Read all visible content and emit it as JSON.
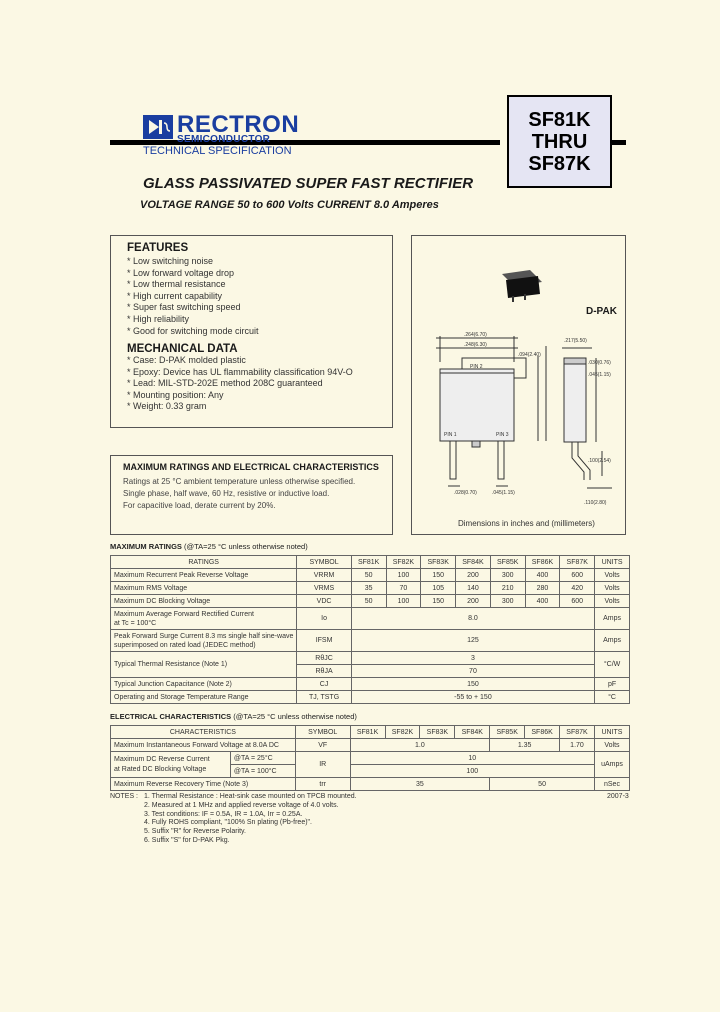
{
  "header": {
    "brand": "RECTRON",
    "brand_sub": "SEMICONDUCTOR",
    "tech_spec": "TECHNICAL SPECIFICATION",
    "part_lines": [
      "SF81K",
      "THRU",
      "SF87K"
    ]
  },
  "title": "GLASS PASSIVATED SUPER FAST RECTIFIER",
  "subtitle": "VOLTAGE RANGE 50 to 600 Volts  CURRENT 8.0 Amperes",
  "features": {
    "heading": "FEATURES",
    "items": [
      "* Low switching noise",
      "* Low forward voltage drop",
      "* Low thermal resistance",
      "* High current capability",
      "* Super fast switching speed",
      "* High reliability",
      "* Good for switching mode circuit"
    ]
  },
  "mechanical": {
    "heading": "MECHANICAL DATA",
    "items": [
      "* Case: D-PAK molded plastic",
      "* Epoxy: Device has UL flammability classification 94V-O",
      "* Lead: MIL-STD-202E method 208C guaranteed",
      "* Mounting position: Any",
      "* Weight: 0.33 gram"
    ]
  },
  "package": {
    "label": "D-PAK",
    "dims_note": "Dimensions in inches and (millimeters)",
    "pin_labels": [
      "PIN 2",
      "PIN 1",
      "PIN 3"
    ]
  },
  "ratings_box": {
    "heading": "MAXIMUM RATINGS AND ELECTRICAL CHARACTERISTICS",
    "lines": [
      "Ratings at 25 °C ambient temperature unless otherwise specified.",
      "Single phase, half wave, 60 Hz, resistive or inductive load.",
      "For capacitive load, derate current by 20%."
    ]
  },
  "max_ratings": {
    "caption_bold": "MAXIMUM RATINGS",
    "caption_rest": " (@TA=25 °C unless otherwise noted)",
    "headers": [
      "RATINGS",
      "SYMBOL",
      "SF81K",
      "SF82K",
      "SF83K",
      "SF84K",
      "SF85K",
      "SF86K",
      "SF87K",
      "UNITS"
    ],
    "rows_full": [
      {
        "label": "Maximum Recurrent Peak Reverse Voltage",
        "symbol": "VRRM",
        "values": [
          "50",
          "100",
          "150",
          "200",
          "300",
          "400",
          "600"
        ],
        "unit": "Volts"
      },
      {
        "label": "Maximum RMS Voltage",
        "symbol": "VRMS",
        "values": [
          "35",
          "70",
          "105",
          "140",
          "210",
          "280",
          "420"
        ],
        "unit": "Volts"
      },
      {
        "label": "Maximum DC Blocking Voltage",
        "symbol": "VDC",
        "values": [
          "50",
          "100",
          "150",
          "200",
          "300",
          "400",
          "600"
        ],
        "unit": "Volts"
      }
    ],
    "avg_current": {
      "label1": "Maximum Average Forward Rectified Current",
      "label2": "at Tc = 100°C",
      "symbol": "Io",
      "value": "8.0",
      "unit": "Amps"
    },
    "surge": {
      "label1": "Peak Forward Surge Current 8.3 ms single half sine-wave",
      "label2": "superimposed on rated load (JEDEC method)",
      "symbol": "IFSM",
      "value": "125",
      "unit": "Amps"
    },
    "thermal": {
      "label": "Typical Thermal Resistance (Note 1)",
      "sym1": "RθJC",
      "val1": "3",
      "sym2": "RθJA",
      "val2": "70",
      "unit": "°C/W"
    },
    "capacitance": {
      "label": "Typical Junction Capacitance (Note 2)",
      "symbol": "CJ",
      "value": "150",
      "unit": "pF"
    },
    "temperature": {
      "label": "Operating and Storage Temperature Range",
      "symbol": "TJ, TSTG",
      "value": "-55 to + 150",
      "unit": "°C"
    }
  },
  "elec_chars": {
    "caption_bold": "ELECTRICAL CHARACTERISTICS",
    "caption_rest": " (@TA=25 °C unless otherwise noted)",
    "headers": [
      "CHARACTERISTICS",
      "SYMBOL",
      "SF81K",
      "SF82K",
      "SF83K",
      "SF84K",
      "SF85K",
      "SF86K",
      "SF87K",
      "UNITS"
    ],
    "vf": {
      "label": "Maximum Instantaneous Forward Voltage at 8.0A DC",
      "symbol": "VF",
      "v1": "1.0",
      "v2": "1.35",
      "v3": "1.70",
      "unit": "Volts"
    },
    "ir": {
      "label1": "Maximum DC Reverse Current",
      "label2": "at Rated DC Blocking Voltage",
      "cond1": "@TA = 25°C",
      "cond2": "@TA = 100°C",
      "symbol": "IR",
      "val1": "10",
      "val2": "100",
      "unit": "uAmps"
    },
    "trr": {
      "label": "Maximum Reverse Recovery Time (Note 3)",
      "symbol": "trr",
      "v1": "35",
      "v2": "50",
      "unit": "nSec"
    }
  },
  "notes": {
    "label": "NOTES :",
    "items": [
      "1. Thermal Resistance : Heat-sink case mounted on TPCB mounted.",
      "2. Measured at 1 MHz and applied reverse voltage of 4.0 volts.",
      "3. Test conditions: IF = 0.5A, IR = 1.0A, Irr = 0.25A.",
      "4. Fully ROHS compliant, \"100% Sn plating (Pb-free)\".",
      "5. Suffix \"R\" for Reverse Polarity.",
      "6. Suffix \"S\" for D-PAK Pkg."
    ],
    "year": "2007-3"
  }
}
